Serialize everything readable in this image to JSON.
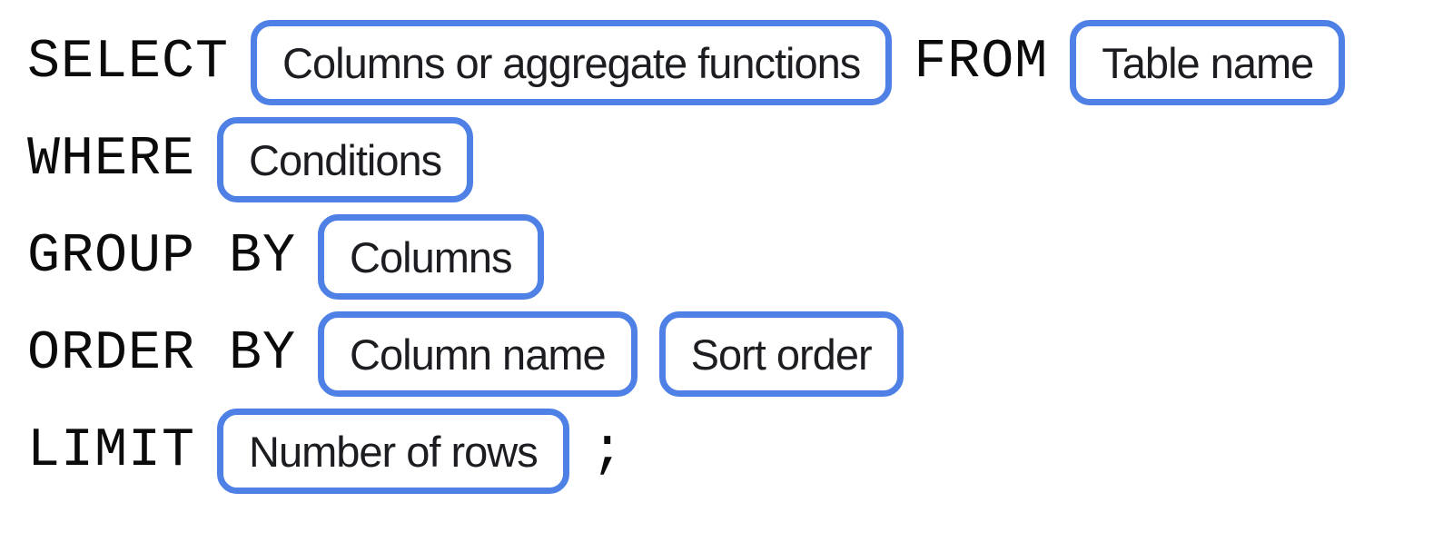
{
  "diagram": {
    "description": "SQL query structure syntax diagram",
    "colors": {
      "box_border": "#4e80e5",
      "box_background": "#ffffff",
      "keyword_text": "#0b0b0c",
      "box_text": "#1c1d20",
      "page_background": "#ffffff"
    },
    "rows": [
      {
        "parts": [
          {
            "type": "keyword",
            "name": "select-keyword",
            "text": "SELECT"
          },
          {
            "type": "box",
            "name": "select-columns-placeholder",
            "text": "Columns or aggregate functions"
          },
          {
            "type": "keyword",
            "name": "from-keyword",
            "text": "FROM"
          },
          {
            "type": "box",
            "name": "table-name-placeholder",
            "text": "Table name"
          }
        ]
      },
      {
        "parts": [
          {
            "type": "keyword",
            "name": "where-keyword",
            "text": "WHERE"
          },
          {
            "type": "box",
            "name": "conditions-placeholder",
            "text": "Conditions"
          }
        ]
      },
      {
        "parts": [
          {
            "type": "keyword",
            "name": "group-by-keyword",
            "text": "GROUP BY"
          },
          {
            "type": "box",
            "name": "group-columns-placeholder",
            "text": "Columns"
          }
        ]
      },
      {
        "parts": [
          {
            "type": "keyword",
            "name": "order-by-keyword",
            "text": "ORDER BY"
          },
          {
            "type": "box",
            "name": "order-column-placeholder",
            "text": "Column name"
          },
          {
            "type": "box",
            "name": "sort-order-placeholder",
            "text": "Sort order"
          }
        ]
      },
      {
        "parts": [
          {
            "type": "keyword",
            "name": "limit-keyword",
            "text": "LIMIT"
          },
          {
            "type": "box",
            "name": "row-count-placeholder",
            "text": "Number of rows"
          },
          {
            "type": "keyword",
            "name": "statement-terminator",
            "text": ";"
          }
        ]
      }
    ]
  }
}
